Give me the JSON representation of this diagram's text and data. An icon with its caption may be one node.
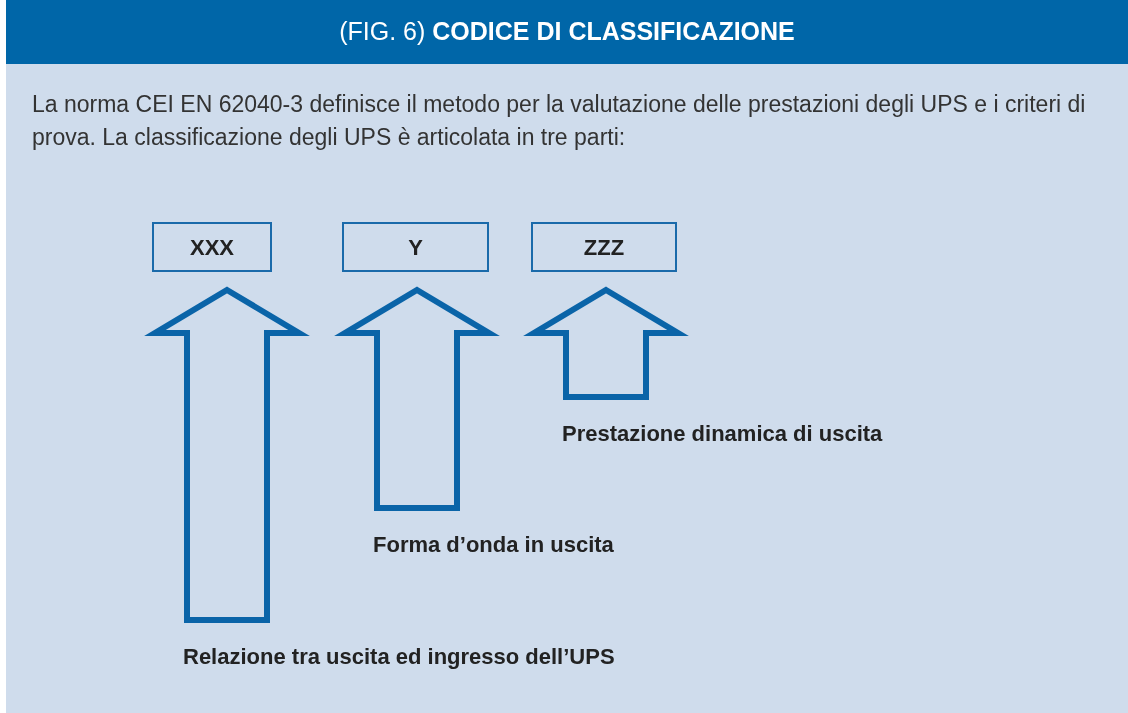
{
  "diagram": {
    "title": "(FIG. 6) **CODICE DI CLASSIFICAZIONE**",
    "nodes": [
      {
        "text": [
          "XXX"
        ]
      },
      {
        "text": [
          "Y"
        ]
      },
      {
        "text": [
          "ZZZ"
        ]
      },
      {
        "text": [
          "Relazione tra uscita ed ingresso dell’UPS"
        ]
      },
      {
        "text": [
          "Forma d’onda in uscita"
        ]
      },
      {
        "text": [
          "Prestazione dinamica di uscita"
        ]
      }
    ],
    "edges": [
      {
        "from": 3,
        "to": 0,
        "arrow": "to"
      },
      {
        "from": 4,
        "to": 1,
        "arrow": "to"
      },
      {
        "from": 5,
        "to": 2,
        "arrow": "to"
      }
    ],
    "labels": [
      "La norma CEI EN 62040-3 definisce il metodo per la valutazione delle prestazioni degli UPS e i criteri di prova. La classificazione degli UPS è articolata in tre parti:"
    ]
  }
}
